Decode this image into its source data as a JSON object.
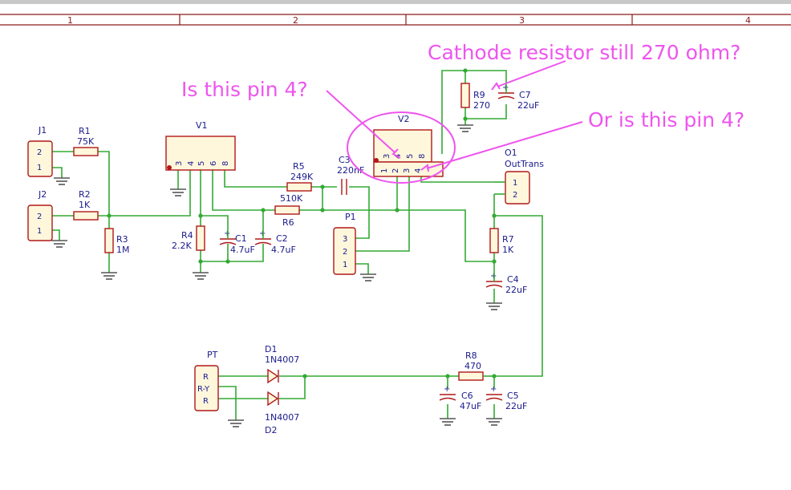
{
  "frame": {
    "columns": [
      "1",
      "2",
      "3",
      "4"
    ]
  },
  "connectors": {
    "j1": {
      "ref": "J1",
      "pins": [
        "2",
        "1"
      ]
    },
    "j2": {
      "ref": "J2",
      "pins": [
        "2",
        "1"
      ]
    },
    "p1": {
      "ref": "P1",
      "pins": [
        "3",
        "2",
        "1"
      ]
    },
    "o1": {
      "ref": "O1",
      "value": "OutTrans",
      "pins": [
        "1",
        "2"
      ]
    },
    "pt": {
      "ref": "PT",
      "pins": [
        "R",
        "R-Y",
        "R"
      ]
    }
  },
  "tubes": {
    "v1": {
      "ref": "V1",
      "pins": [
        "3",
        "4",
        "5",
        "6",
        "8"
      ]
    },
    "v2": {
      "ref": "V2",
      "top_pins": [
        "3",
        "4",
        "5",
        "8"
      ],
      "bottom_pins": [
        "1",
        "2",
        "3",
        "4"
      ]
    }
  },
  "resistors": {
    "r1": {
      "ref": "R1",
      "value": "75K"
    },
    "r2": {
      "ref": "R2",
      "value": "1K"
    },
    "r3": {
      "ref": "R3",
      "value": "1M"
    },
    "r4": {
      "ref": "R4",
      "value": "2.2K"
    },
    "r5": {
      "ref": "R5",
      "value": "249K"
    },
    "r6": {
      "ref": "R6",
      "value": "510K"
    },
    "r7": {
      "ref": "R7",
      "value": "1K"
    },
    "r8": {
      "ref": "R8",
      "value": "470"
    },
    "r9": {
      "ref": "R9",
      "value": "270"
    }
  },
  "capacitors": {
    "c1": {
      "ref": "C1",
      "value": "4.7uF"
    },
    "c2": {
      "ref": "C2",
      "value": "4.7uF"
    },
    "c3": {
      "ref": "C3",
      "value": "220nF"
    },
    "c4": {
      "ref": "C4",
      "value": "22uF"
    },
    "c5": {
      "ref": "C5",
      "value": "22uF"
    },
    "c6": {
      "ref": "C6",
      "value": "47uF"
    },
    "c7": {
      "ref": "C7",
      "value": "22uF"
    }
  },
  "diodes": {
    "d1": {
      "ref": "D1",
      "value": "1N4007"
    },
    "d2": {
      "ref": "D2",
      "value": "1N4007"
    }
  },
  "annotations": {
    "cathode": "Cathode resistor still 270 ohm?",
    "pin4_a": "Is this pin 4?",
    "pin4_b": "Or is this pin 4?"
  },
  "colors": {
    "wire": "#33aa33",
    "component": "#b01818",
    "component_fill": "#fff7dc",
    "label_text": "#1a1a8c",
    "annotation": "#ee55ee",
    "ground": "#555555"
  }
}
